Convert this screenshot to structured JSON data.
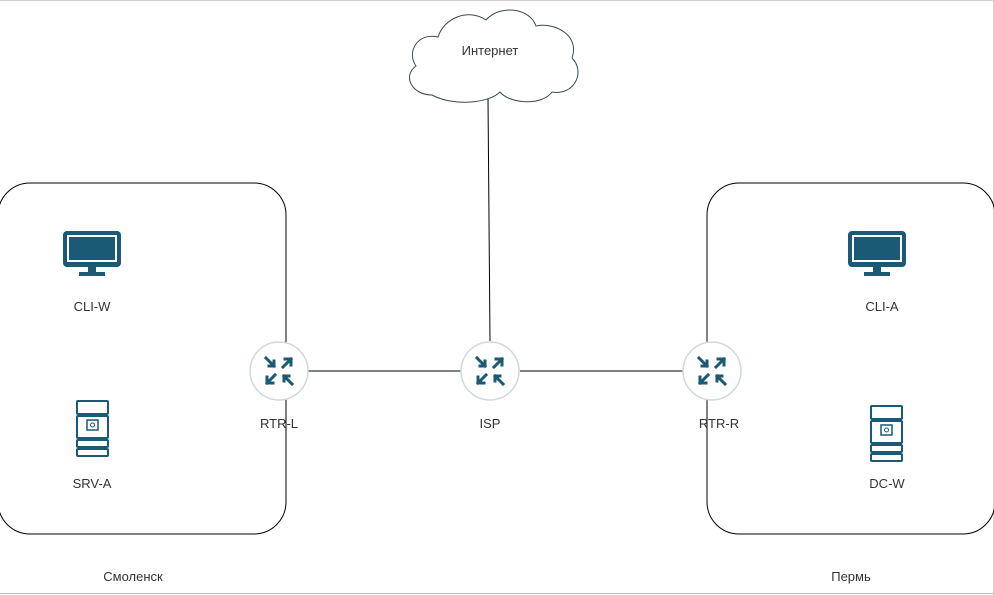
{
  "cloud": {
    "label": "Интернет"
  },
  "sites": {
    "left": {
      "label": "Смоленск"
    },
    "right": {
      "label": "Пермь"
    }
  },
  "nodes": {
    "cli_w": {
      "label": "CLI-W",
      "icon": "monitor-icon"
    },
    "srv_a": {
      "label": "SRV-A",
      "icon": "server-icon"
    },
    "rtr_l": {
      "label": "RTR-L",
      "icon": "router-icon"
    },
    "isp": {
      "label": "ISP",
      "icon": "router-icon"
    },
    "rtr_r": {
      "label": "RTR-R",
      "icon": "router-icon"
    },
    "cli_a": {
      "label": "CLI-A",
      "icon": "monitor-icon"
    },
    "dc_w": {
      "label": "DC-W",
      "icon": "server-icon"
    }
  },
  "colors": {
    "icon": "#1a5a75",
    "line": "#000000",
    "router_fill": "#ffffff",
    "router_stroke": "#cfd8dc"
  }
}
